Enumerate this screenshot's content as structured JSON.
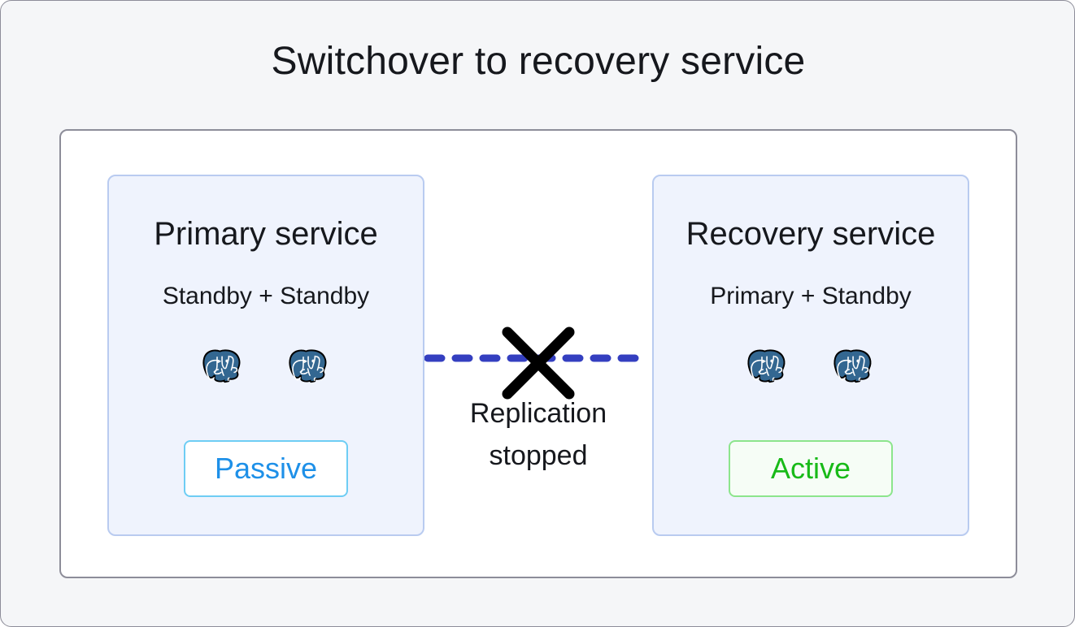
{
  "diagram": {
    "title": "Switchover to recovery service",
    "type": "architecture-state-diagram",
    "colors": {
      "page_background": "#f5f6f8",
      "panel_background": "#ffffff",
      "panel_border": "#8d8d99",
      "card_background": "#eff3fd",
      "card_border": "#b9cbf0",
      "replication_line": "#343fc0",
      "cross_mark": "#000000",
      "passive_text": "#1e90e8",
      "passive_border": "#6ecdf4",
      "active_text": "#18ba18",
      "active_border": "#8ce58c",
      "postgres_blue": "#336791"
    },
    "services": [
      {
        "id": "primary-service",
        "title": "Primary service",
        "subtitle": "Standby + Standby",
        "nodes": [
          {
            "icon": "postgresql-elephant-icon",
            "role": "Standby"
          },
          {
            "icon": "postgresql-elephant-icon",
            "role": "Standby"
          }
        ],
        "status": "Passive",
        "status_variant": "passive"
      },
      {
        "id": "recovery-service",
        "title": "Recovery service",
        "subtitle": "Primary + Standby",
        "nodes": [
          {
            "icon": "postgresql-elephant-icon",
            "role": "Primary"
          },
          {
            "icon": "postgresql-elephant-icon",
            "role": "Standby"
          }
        ],
        "status": "Active",
        "status_variant": "active"
      }
    ],
    "link": {
      "icon": "cross-mark-icon",
      "style": "dashed",
      "label_line_1": "Replication",
      "label_line_2": "stopped"
    }
  }
}
